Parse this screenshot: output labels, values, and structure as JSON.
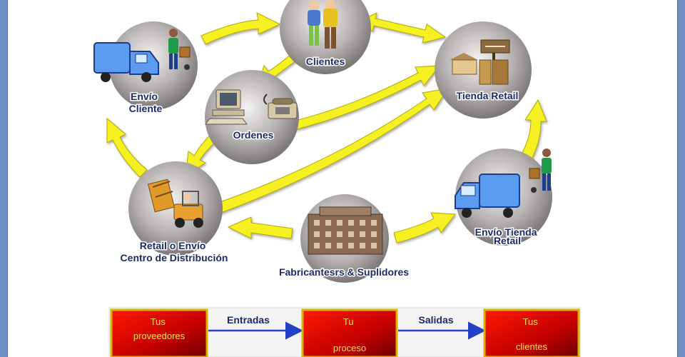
{
  "cycle": {
    "nodes": {
      "envio_cliente": [
        "Envío",
        "Cliente"
      ],
      "clientes": [
        "Clientes"
      ],
      "tienda": [
        "Tienda Retail"
      ],
      "ordenes": [
        "Ordenes"
      ],
      "centro": [
        "Retail o Envío",
        "Centro de Distribución"
      ],
      "envio_tienda": [
        "Envío Tienda",
        "Retail"
      ],
      "fabricantes": [
        "Fabricantesrs & Suplidores"
      ]
    }
  },
  "flow": {
    "boxes": [
      [
        "Tus",
        "proveedores"
      ],
      [
        "Tu",
        "proceso"
      ],
      [
        "Tus",
        "clientes"
      ]
    ],
    "arrows": [
      "Entradas",
      "Salidas"
    ]
  },
  "colors": {
    "arrow_fill": "#f5f020",
    "node_fill": "#8f8a8a",
    "box_red": "#d40000",
    "box_border": "#d8b400",
    "flow_arrow": "#2540c4"
  }
}
